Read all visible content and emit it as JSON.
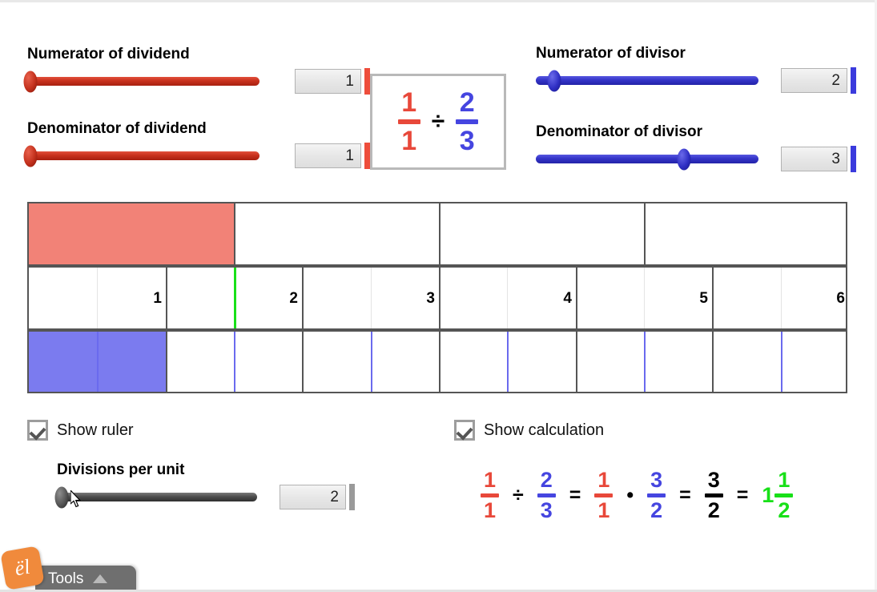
{
  "sliders": [
    {
      "name": "numerator-of-dividend",
      "label": "Numerator of dividend",
      "value": "1",
      "color": "red",
      "min": 1,
      "max": 12,
      "knob_pct": 0
    },
    {
      "name": "denominator-of-dividend",
      "label": "Denominator of dividend",
      "value": "1",
      "color": "red",
      "min": 1,
      "max": 12,
      "knob_pct": 0
    },
    {
      "name": "numerator-of-divisor",
      "label": "Numerator of divisor",
      "value": "2",
      "color": "blue",
      "min": 1,
      "max": 12,
      "knob_pct": 8
    },
    {
      "name": "denominator-of-divisor",
      "label": "Denominator of divisor",
      "value": "3",
      "color": "blue",
      "min": 1,
      "max": 12,
      "knob_pct": 66
    }
  ],
  "expression": {
    "dividend": {
      "numerator": "1",
      "denominator": "1"
    },
    "operator": "÷",
    "divisor": {
      "numerator": "2",
      "denominator": "3"
    }
  },
  "number_line": {
    "units": 6,
    "divisions_per_unit": 2,
    "tick_labels": [
      "1",
      "2",
      "3",
      "4",
      "5",
      "6"
    ],
    "top_band": {
      "segment_units": 1.5,
      "filled_segments": 1,
      "fill_color": "#f28277"
    },
    "bottom_band": {
      "filled_units": 1,
      "fill_color": "#7b7bef",
      "tick_color": "#6a6aee"
    },
    "marker_color": "#19e019",
    "marker_position_units": 1.5
  },
  "checkboxes": [
    {
      "name": "show-ruler",
      "label": "Show ruler",
      "checked": true
    },
    {
      "name": "show-calculation",
      "label": "Show calculation",
      "checked": true
    }
  ],
  "divisions_slider": {
    "label": "Divisions per unit",
    "value": "2",
    "color": "gray",
    "knob_pct": 2
  },
  "calculation": {
    "terms": [
      {
        "type": "fraction",
        "num": "1",
        "den": "1",
        "color": "red"
      },
      {
        "type": "operator",
        "text": "÷"
      },
      {
        "type": "fraction",
        "num": "2",
        "den": "3",
        "color": "blue"
      },
      {
        "type": "operator",
        "text": "="
      },
      {
        "type": "fraction",
        "num": "1",
        "den": "1",
        "color": "red"
      },
      {
        "type": "operator",
        "text": "•"
      },
      {
        "type": "fraction",
        "num": "3",
        "den": "2",
        "color": "blue"
      },
      {
        "type": "operator",
        "text": "="
      },
      {
        "type": "fraction",
        "num": "3",
        "den": "2",
        "color": "black"
      },
      {
        "type": "operator",
        "text": "="
      },
      {
        "type": "mixed",
        "whole": "1",
        "num": "1",
        "den": "2",
        "color": "green"
      }
    ]
  },
  "toolbar": {
    "tools_label": "Tools",
    "caret_icon": "triangle-up-icon",
    "logo_text": "ël"
  },
  "colors": {
    "red": "#e8483a",
    "blue": "#4545e0",
    "green": "#18e018",
    "red_fill": "#f28277",
    "blue_fill": "#7b7bef",
    "grid_line": "#555555"
  }
}
